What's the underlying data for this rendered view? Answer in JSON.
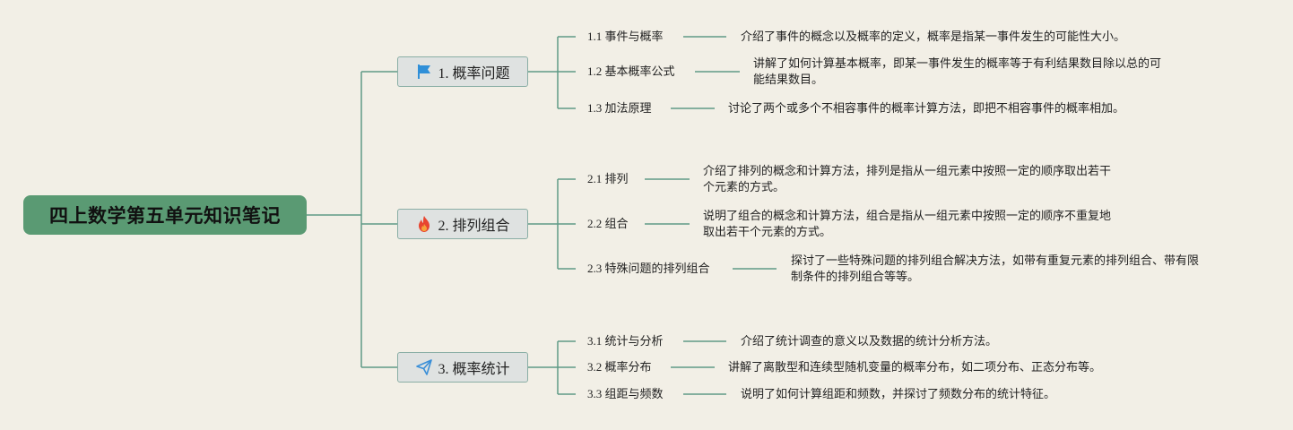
{
  "root": {
    "title": "四上数学第五单元知识笔记"
  },
  "branches": [
    {
      "label": "1. 概率问题",
      "icon": "flag-icon",
      "children": [
        {
          "label": "1.1 事件与概率",
          "desc": "介绍了事件的概念以及概率的定义，概率是指某一事件发生的可能性大小。"
        },
        {
          "label": "1.2 基本概率公式",
          "desc": "讲解了如何计算基本概率，即某一事件发生的概率等于有利结果数目除以总的可\n能结果数目。"
        },
        {
          "label": "1.3 加法原理",
          "desc": "讨论了两个或多个不相容事件的概率计算方法，即把不相容事件的概率相加。"
        }
      ]
    },
    {
      "label": "2. 排列组合",
      "icon": "fire-icon",
      "children": [
        {
          "label": "2.1 排列",
          "desc": "介绍了排列的概念和计算方法，排列是指从一组元素中按照一定的顺序取出若干\n个元素的方式。"
        },
        {
          "label": "2.2 组合",
          "desc": "说明了组合的概念和计算方法，组合是指从一组元素中按照一定的顺序不重复地\n取出若干个元素的方式。"
        },
        {
          "label": "2.3 特殊问题的排列组合",
          "desc": "探讨了一些特殊问题的排列组合解决方法，如带有重复元素的排列组合、带有限\n制条件的排列组合等等。"
        }
      ]
    },
    {
      "label": "3. 概率统计",
      "icon": "paper-plane-icon",
      "children": [
        {
          "label": "3.1 统计与分析",
          "desc": "介绍了统计调查的意义以及数据的统计分析方法。"
        },
        {
          "label": "3.2 概率分布",
          "desc": "讲解了离散型和连续型随机变量的概率分布，如二项分布、正态分布等。"
        },
        {
          "label": "3.3 组距与频数",
          "desc": "说明了如何计算组距和频数，并探讨了频数分布的统计特征。"
        }
      ]
    }
  ],
  "colors": {
    "line": "#5f9a86",
    "root_fill": "#5a9a73",
    "branch_fill": "#dfe2e1",
    "branch_border": "#8aaea5",
    "flag": "#2f8fd8",
    "fire": "#e8452f",
    "plane": "#3a8fd8"
  }
}
